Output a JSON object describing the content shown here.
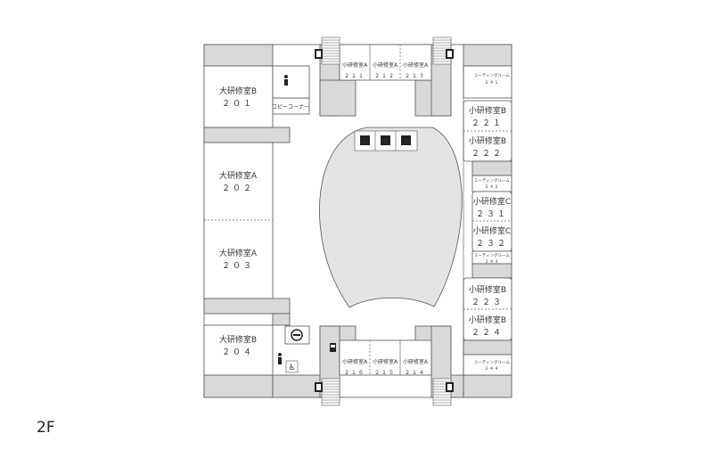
{
  "floor": "2F",
  "rooms": {
    "r201": {
      "name": "大研修室B",
      "number": "２０１"
    },
    "r202": {
      "name": "大研修室A",
      "number": "２０２"
    },
    "r203": {
      "name": "大研修室A",
      "number": "２０３"
    },
    "r204": {
      "name": "大研修室B",
      "number": "２０４"
    },
    "r211": {
      "name": "小研修室A",
      "number": "２１１"
    },
    "r212": {
      "name": "小研修室A",
      "number": "２１２"
    },
    "r213": {
      "name": "小研修室A",
      "number": "２１３"
    },
    "r214": {
      "name": "小研修室A",
      "number": "２１４"
    },
    "r215": {
      "name": "小研修室A",
      "number": "２１５"
    },
    "r216": {
      "name": "小研修室A",
      "number": "２１６"
    },
    "r221": {
      "name": "小研修室B",
      "number": "２２１"
    },
    "r222": {
      "name": "小研修室B",
      "number": "２２２"
    },
    "r223": {
      "name": "小研修室B",
      "number": "２２３"
    },
    "r224": {
      "name": "小研修室B",
      "number": "２２４"
    },
    "r231": {
      "name": "小研修室C",
      "number": "２３１"
    },
    "r232": {
      "name": "小研修室C",
      "number": "２３２"
    },
    "r241": {
      "name": "ミーティングルーム",
      "number": "２４１"
    },
    "r242": {
      "name": "ミーティングルーム",
      "number": "２４２"
    },
    "r243": {
      "name": "ミーティングルーム",
      "number": "２４３"
    },
    "r244": {
      "name": "ミーティングルーム",
      "number": "２４４"
    }
  },
  "copy_corner": "コピーコーナー",
  "icons": [
    "emergency-exit-icon",
    "restroom-man-icon",
    "elevator-icon",
    "wheelchair-icon",
    "smoking-icon",
    "phone-icon",
    "stairs-icon"
  ],
  "colors": {
    "wall": "#d9d9d9",
    "atrium": "#e3e3e3",
    "outline": "#555555"
  }
}
